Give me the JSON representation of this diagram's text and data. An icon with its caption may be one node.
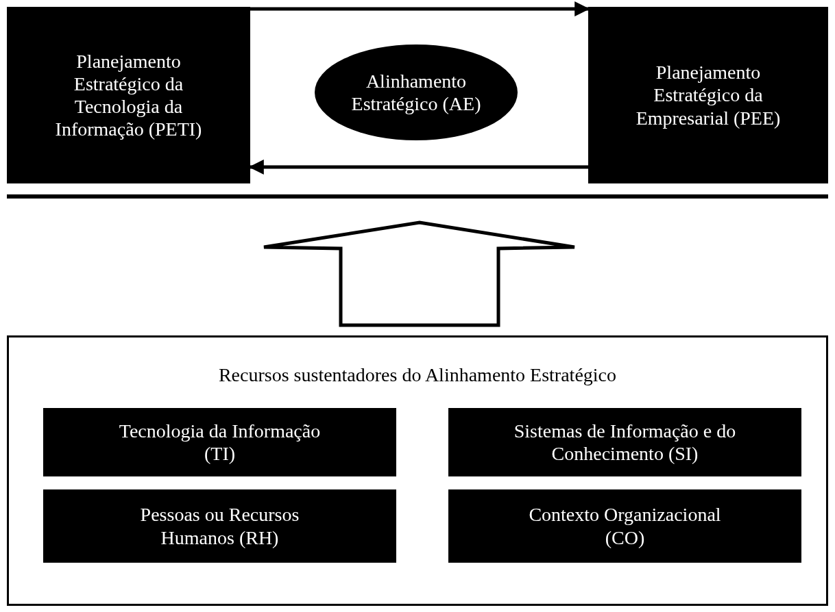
{
  "diagram": {
    "nodes": [
      {
        "text": [
          "Planejamento Estratégico da Tecnologia da Informação (PETI)"
        ]
      },
      {
        "text": [
          "Alinhamento Estratégico (AE)"
        ]
      },
      {
        "text": [
          "Planejamento Estratégico da Empresarial (PEE)"
        ]
      },
      {
        "text": [
          "Recursos sustentadores do Alinhamento Estratégico"
        ]
      },
      {
        "text": [
          "Tecnologia da Informação (TI)"
        ],
        "in": 3
      },
      {
        "text": [
          "Sistemas de Informação e do Conhecimento (SI)"
        ],
        "in": 3
      },
      {
        "text": [
          "Pessoas ou Recursos Humanos (RH)"
        ],
        "in": 3
      },
      {
        "text": [
          "Contexto Organizacional (CO)"
        ],
        "in": 3
      }
    ],
    "edges": [
      {
        "from": 0,
        "to": 2,
        "arrow": "to"
      },
      {
        "from": 2,
        "to": 0,
        "arrow": "to"
      }
    ]
  }
}
